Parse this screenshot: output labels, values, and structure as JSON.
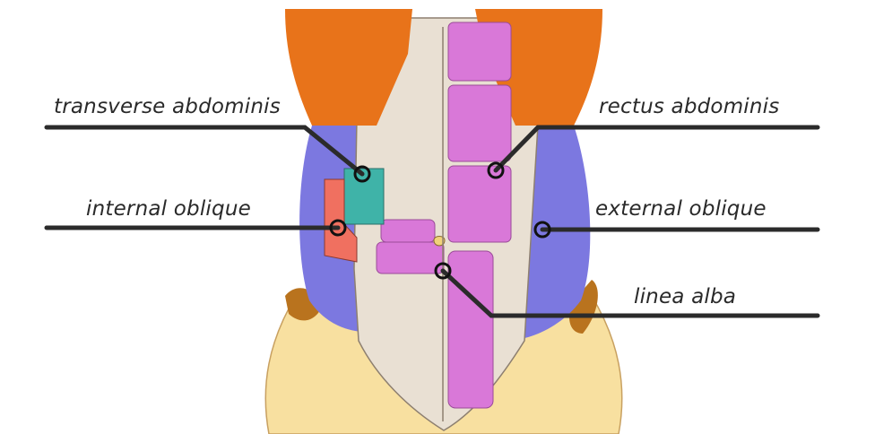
{
  "labels": {
    "transverse_abdominis": "transverse abdominis",
    "internal_oblique": "internal oblique",
    "rectus_abdominis": "rectus abdominis",
    "external_oblique": "external oblique",
    "linea_alba": "linea alba"
  },
  "colors": {
    "chest_muscle": "#e8731a",
    "rectus_abdominis": "#d978d8",
    "external_oblique": "#7c78e0",
    "transverse_abdominis": "#3fb3a8",
    "internal_oblique": "#f07060",
    "fascia": "#e9e0d3",
    "skin": "#f8e0a0",
    "leader_line": "#2b2b2b"
  }
}
